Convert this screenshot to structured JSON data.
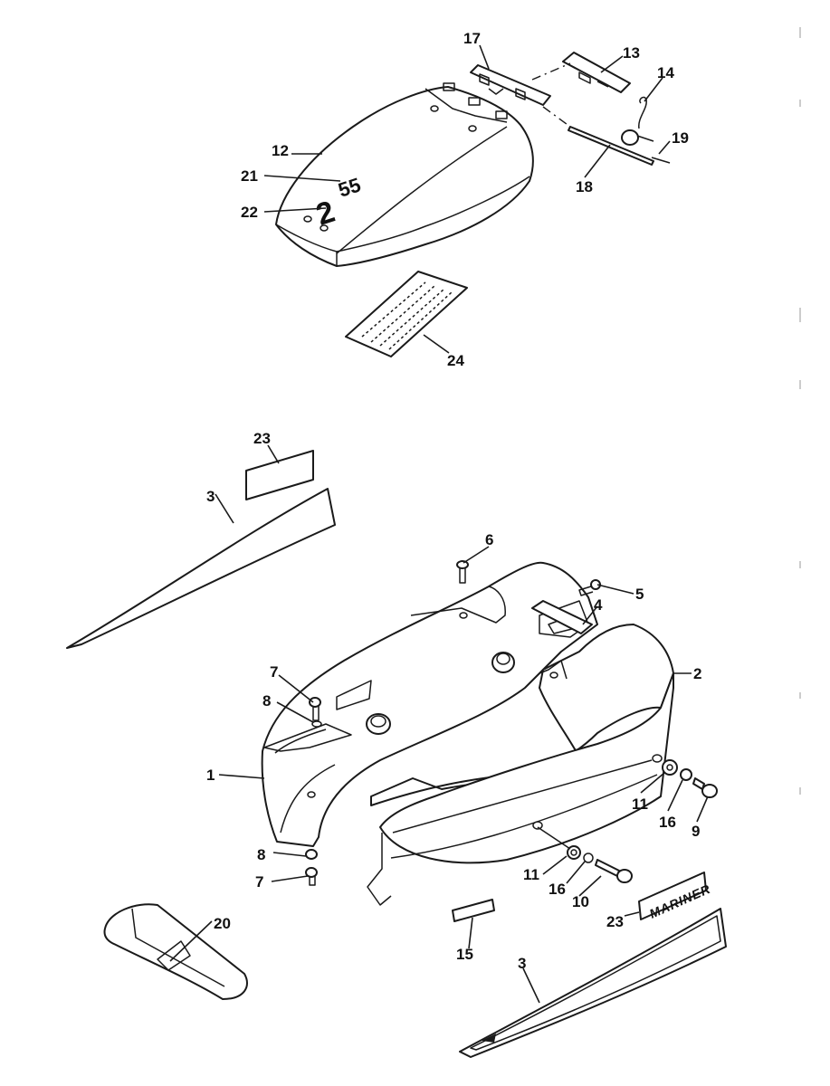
{
  "diagram": {
    "colors": {
      "line": "#1a1a1a",
      "paper": "#ffffff"
    },
    "callouts": {
      "c1": "1",
      "c2": "2",
      "c3_upper": "3",
      "c3_lower": "3",
      "c4": "4",
      "c5": "5",
      "c6": "6",
      "c7_upper": "7",
      "c7_lower": "7",
      "c8_upper": "8",
      "c8_lower": "8",
      "c9": "9",
      "c10": "10",
      "c11_right": "11",
      "c11_lower": "11",
      "c12": "12",
      "c13": "13",
      "c14": "14",
      "c15": "15",
      "c16_right": "16",
      "c16_lower": "16",
      "c17": "17",
      "c18": "18",
      "c19": "19",
      "c20": "20",
      "c21": "21",
      "c22": "22",
      "c23_upper": "23",
      "c23_lower": "23",
      "c24": "24"
    },
    "decals": {
      "brand": "MARINER",
      "model_small": "55",
      "model_big": "2"
    }
  }
}
